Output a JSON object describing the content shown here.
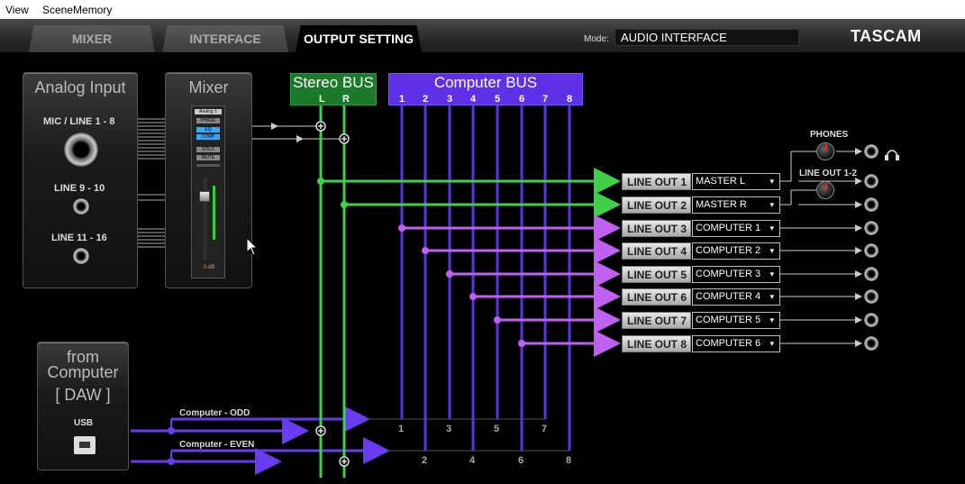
{
  "menu": {
    "view": "View",
    "scene_memory": "SceneMemory"
  },
  "tabs": [
    {
      "label": "MIXER",
      "active": false
    },
    {
      "label": "INTERFACE",
      "active": false
    },
    {
      "label": "OUTPUT SETTING",
      "active": true
    }
  ],
  "mode": {
    "label": "Mode:",
    "value": "AUDIO INTERFACE"
  },
  "brand": "TASCAM",
  "analog_input": {
    "title": "Analog Input",
    "mic_line": "MIC / LINE 1 - 8",
    "line_9_10": "LINE 9 - 10",
    "line_11_16": "LINE 11 - 16"
  },
  "mixer": {
    "title": "Mixer",
    "strip_buttons": [
      "Analog 1",
      "PHASE",
      "EQ",
      "COMP",
      "SOLO",
      "MUTE"
    ],
    "level": "0 dB"
  },
  "from_computer": {
    "line1": "from",
    "line2": "Computer",
    "line3": "[ DAW ]",
    "usb": "USB"
  },
  "stereo_bus": {
    "title": "Stereo BUS",
    "l": "L",
    "r": "R"
  },
  "computer_bus": {
    "title": "Computer BUS",
    "numbers": [
      "1",
      "2",
      "3",
      "4",
      "5",
      "6",
      "7",
      "8"
    ]
  },
  "wires": {
    "odd": "Computer - ODD",
    "even": "Computer - EVEN"
  },
  "odd_numbers": [
    "1",
    "3",
    "5",
    "7"
  ],
  "even_numbers": [
    "2",
    "4",
    "6",
    "8"
  ],
  "phones": "PHONES",
  "line_out_1_2": "LINE OUT 1-2",
  "outputs": [
    {
      "label": "LINE OUT 1",
      "source": "MASTER L"
    },
    {
      "label": "LINE OUT 2",
      "source": "MASTER R"
    },
    {
      "label": "LINE OUT 3",
      "source": "COMPUTER 1"
    },
    {
      "label": "LINE OUT 4",
      "source": "COMPUTER 2"
    },
    {
      "label": "LINE OUT 5",
      "source": "COMPUTER 3"
    },
    {
      "label": "LINE OUT 6",
      "source": "COMPUTER 4"
    },
    {
      "label": "LINE OUT 7",
      "source": "COMPUTER 5"
    },
    {
      "label": "LINE OUT 8",
      "source": "COMPUTER 6"
    }
  ],
  "colors": {
    "green": "#3fd04a",
    "violet": "#6a3cf0",
    "purple": "#c060f0",
    "bus_purple": "#5e30e8",
    "bus_green": "#1a7a2a"
  }
}
